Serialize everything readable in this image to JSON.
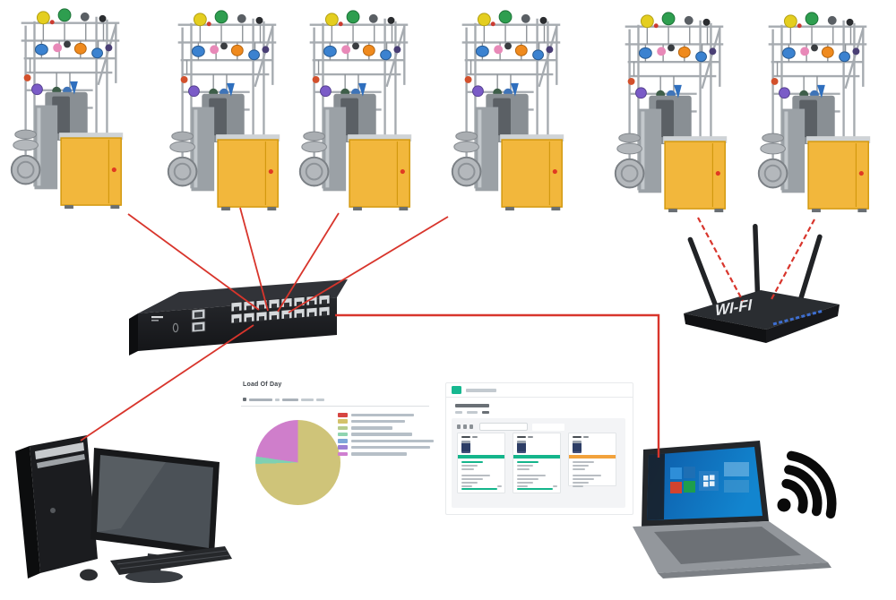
{
  "diagram": {
    "description": "factory network topology: six knitting machines connected to a LAN switch and a Wi-Fi router, monitored from a desktop PC and a wireless laptop",
    "link_color": "#d8352c",
    "wireless_link_style": "dashed",
    "wired_link_style": "solid"
  },
  "machines": [
    {
      "id": "machine-1"
    },
    {
      "id": "machine-2"
    },
    {
      "id": "machine-3"
    },
    {
      "id": "machine-4"
    },
    {
      "id": "machine-5"
    },
    {
      "id": "machine-6"
    }
  ],
  "network": {
    "switch": {
      "type": "ethernet-switch",
      "port_rows": 2,
      "ports_per_row": 8,
      "uplink_ports": 2,
      "body_color": "#1d1e21"
    },
    "router": {
      "type": "wireless-router",
      "label": "WI-FI",
      "antennas": 3,
      "body_color": "#17181b",
      "led_color": "#3e6fd1"
    },
    "desktop": {
      "type": "desktop-pc"
    },
    "laptop": {
      "type": "laptop",
      "screen": "windows-10",
      "wifi_icon_color": "#0a0a0a"
    }
  },
  "connections": [
    {
      "from": "machine-1",
      "to": "switch",
      "style": "solid"
    },
    {
      "from": "machine-2",
      "to": "switch",
      "style": "solid"
    },
    {
      "from": "machine-3",
      "to": "switch",
      "style": "solid"
    },
    {
      "from": "machine-4",
      "to": "switch",
      "style": "solid"
    },
    {
      "from": "switch",
      "to": "desktop",
      "style": "solid"
    },
    {
      "from": "switch",
      "to": "laptop",
      "style": "solid"
    },
    {
      "from": "machine-5",
      "to": "router",
      "style": "dashed"
    },
    {
      "from": "machine-6",
      "to": "router",
      "style": "dashed"
    }
  ],
  "chart_data": {
    "type": "pie",
    "title": "Load Of Day",
    "slices": [
      {
        "color": "#cfc479",
        "value": 74.5
      },
      {
        "color": "#7fd0b2",
        "value": 2.8
      },
      {
        "color": "#cf7ecb",
        "value": 22.7
      }
    ],
    "legend": {
      "position": "right",
      "swatch_colors": [
        "#d64541",
        "#d4c26a",
        "#b5cc8e",
        "#8fd4b0",
        "#7da7d9",
        "#9b7fd4",
        "#cf7fd0"
      ],
      "text_widths": [
        70,
        60,
        46,
        68,
        92,
        88,
        62
      ]
    }
  },
  "dashboard_pie": {
    "title": "Load Of Day"
  },
  "dashboard_cards": {
    "logo_color": "#17b890",
    "cards": [
      {
        "bar_color": "#14b58b",
        "accent_color": "#14b58b",
        "footer_rule": true,
        "height": 66
      },
      {
        "bar_color": "#14b58b",
        "accent_color": "#14b58b",
        "footer_rule": true,
        "height": 66
      },
      {
        "bar_color": "#f2a23c",
        "accent_color": "#b9bec3",
        "footer_rule": false,
        "height": 58
      }
    ]
  }
}
